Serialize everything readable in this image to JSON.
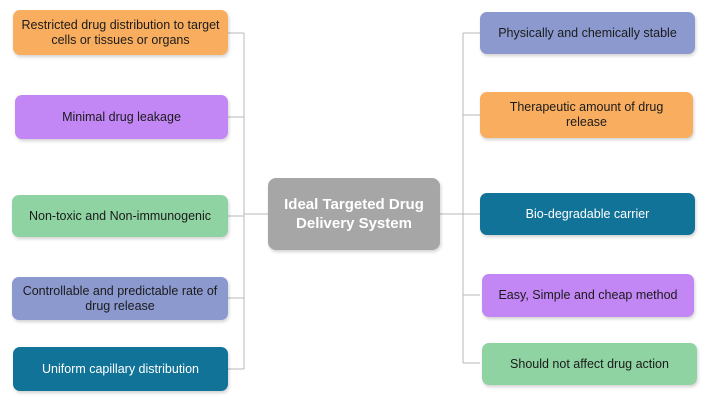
{
  "center": {
    "line1": "Ideal Targeted Drug",
    "line2": "Delivery System"
  },
  "left_items": [
    {
      "line1": "Restricted drug distribution to target",
      "line2": "cells or tissues or organs",
      "color": "#f9ae5f",
      "text_color": "dark"
    },
    {
      "line1": "Minimal drug leakage",
      "line2": "",
      "color": "#c286f5",
      "text_color": "dark"
    },
    {
      "line1": "Non-toxic and Non-immunogenic",
      "line2": "",
      "color": "#8fd3a2",
      "text_color": "dark"
    },
    {
      "line1": "Controllable and predictable rate of",
      "line2": "drug release",
      "color": "#8b99cf",
      "text_color": "dark"
    },
    {
      "line1": "Uniform capillary distribution",
      "line2": "",
      "color": "#127399",
      "text_color": "light"
    }
  ],
  "right_items": [
    {
      "line1": "Physically and chemically stable",
      "line2": "",
      "color": "#8b99cf",
      "text_color": "dark"
    },
    {
      "line1": "Therapeutic amount of drug release",
      "line2": "",
      "color": "#f9ae5f",
      "text_color": "dark"
    },
    {
      "line1": "Bio-degradable carrier",
      "line2": "",
      "color": "#127399",
      "text_color": "light"
    },
    {
      "line1": "Easy, Simple and cheap method",
      "line2": "",
      "color": "#c286f5",
      "text_color": "dark"
    },
    {
      "line1": "Should not affect drug action",
      "line2": "",
      "color": "#8fd3a2",
      "text_color": "dark"
    }
  ]
}
